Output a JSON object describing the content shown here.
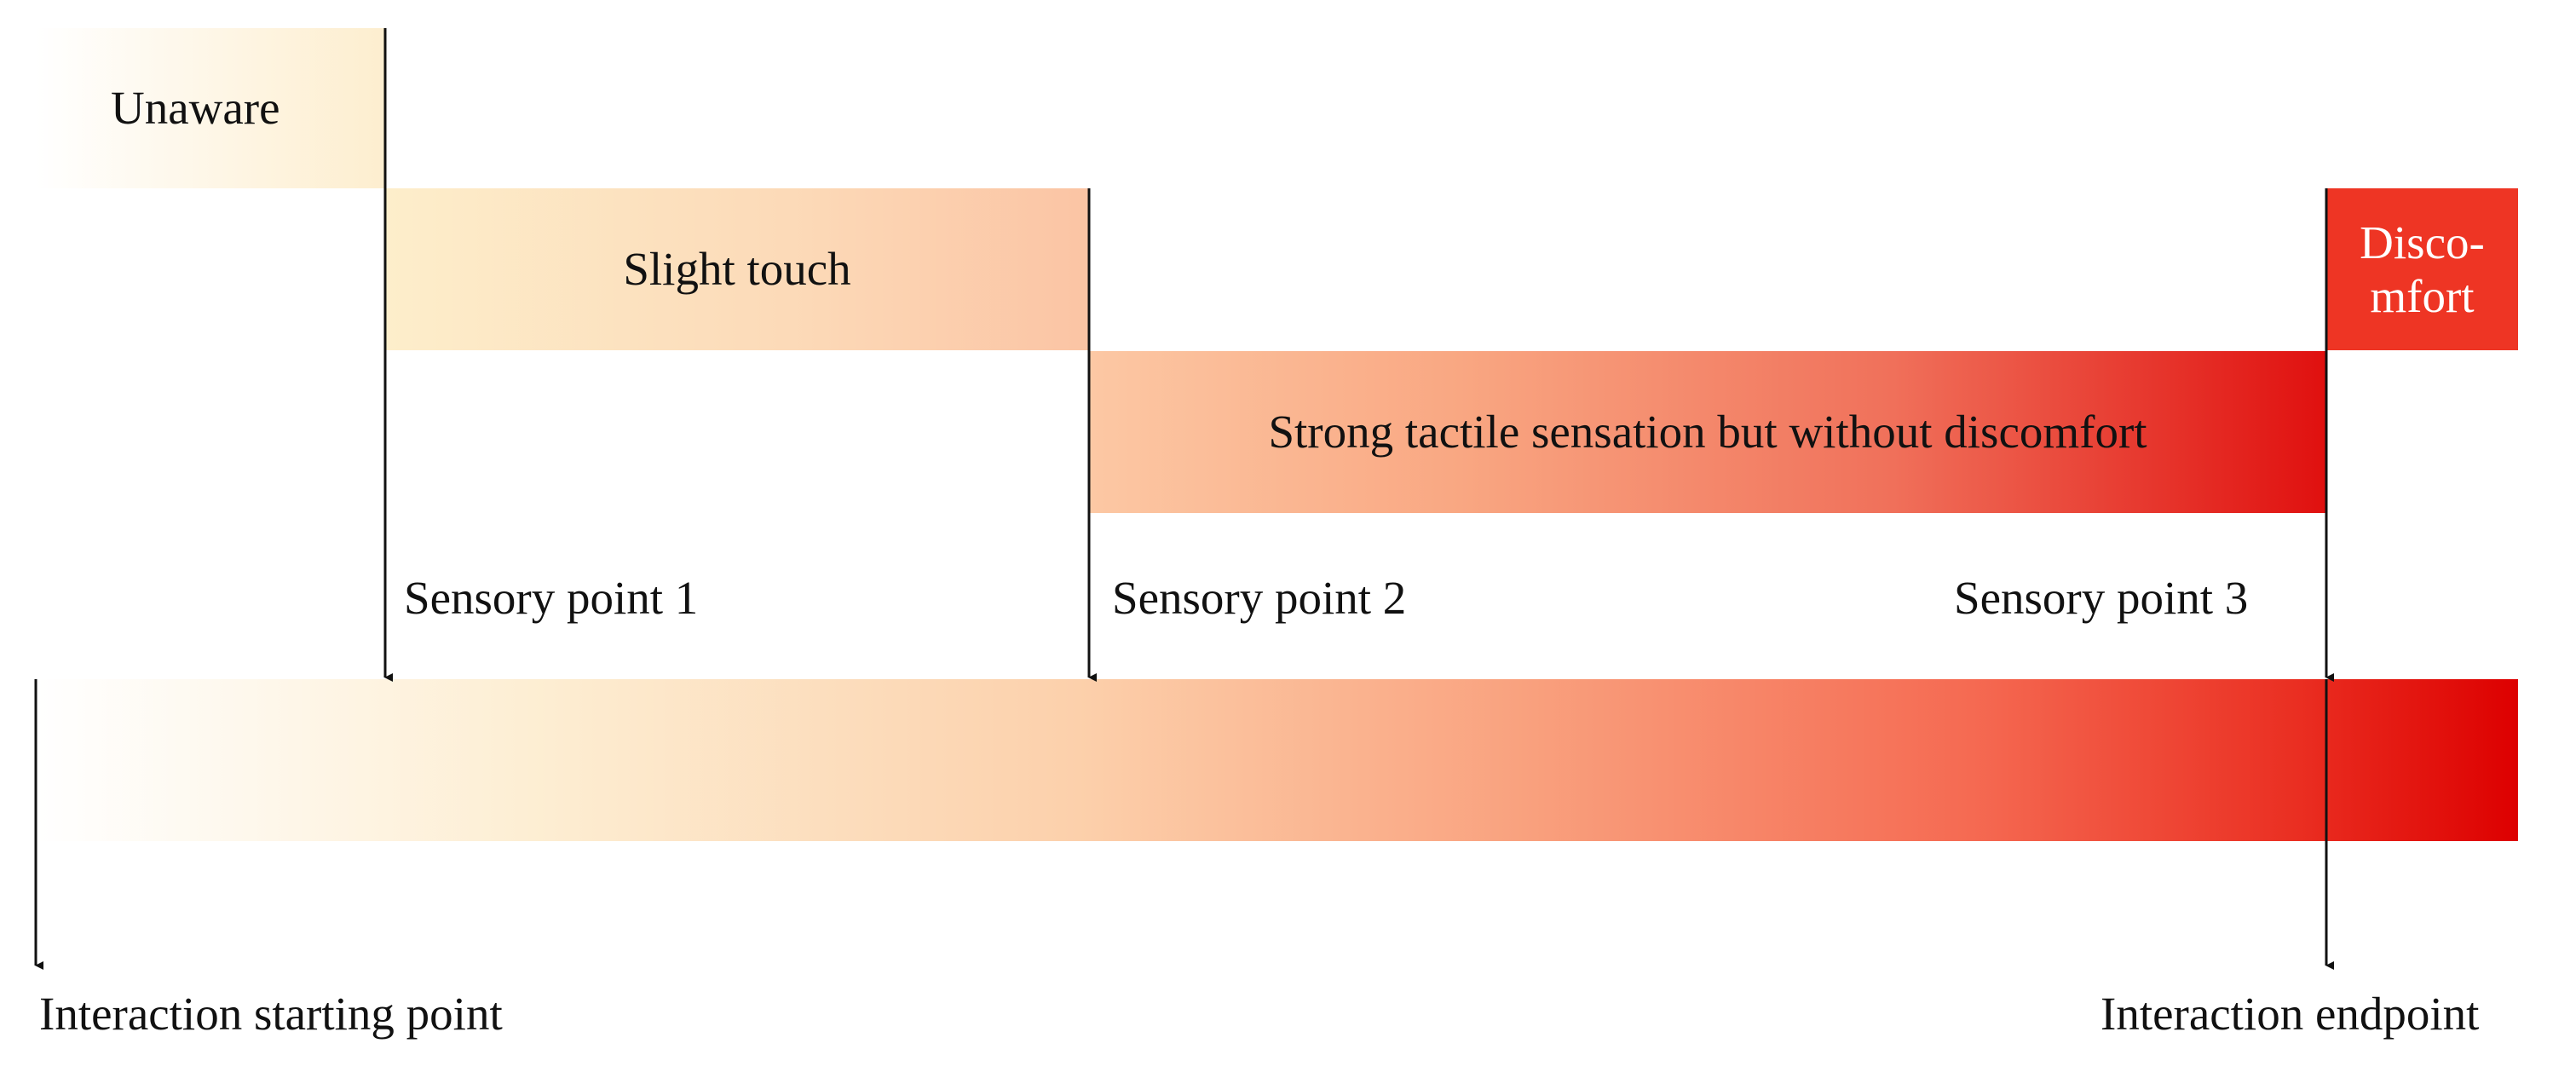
{
  "diagram": {
    "stages": {
      "unaware": "Unaware",
      "slight_touch": "Slight touch",
      "strong": "Strong tactile sensation but without discomfort",
      "discomfort_line1": "Disco-",
      "discomfort_line2": "mfort"
    },
    "sensory_points": {
      "p1": "Sensory point 1",
      "p2": "Sensory point 2",
      "p3": "Sensory point 3"
    },
    "interaction": {
      "start": "Interaction starting point",
      "end": "Interaction endpoint"
    },
    "colors": {
      "pale": "#fdeecf",
      "peach": "#fbc4a4",
      "red": "#e0100f",
      "discomfort": "#ee3524"
    }
  }
}
